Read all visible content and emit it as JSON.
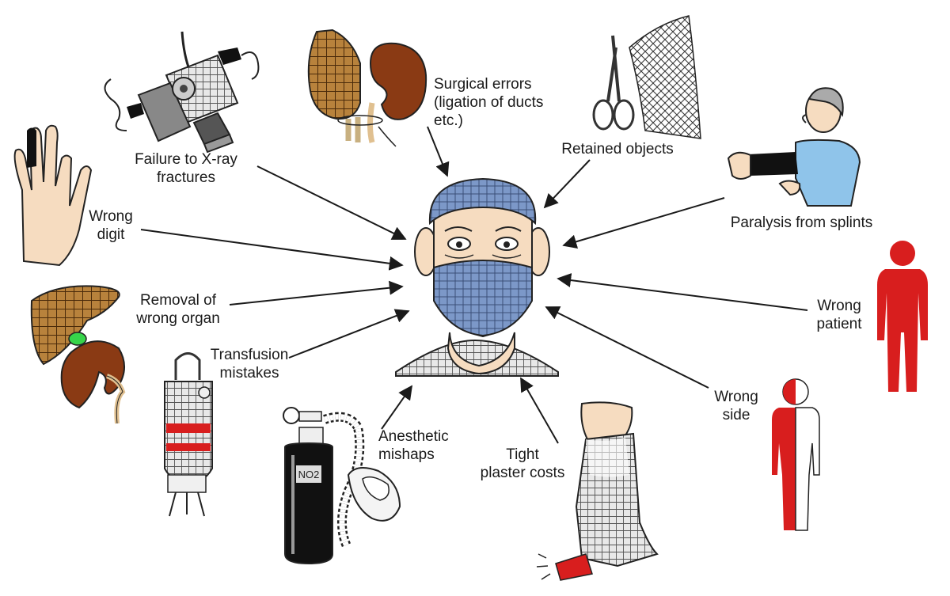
{
  "labels": {
    "xray": [
      "Failure to X-ray",
      "fractures"
    ],
    "surgical": [
      "Surgical errors",
      "(ligation of ducts",
      "etc.)"
    ],
    "retained": [
      "Retained objects"
    ],
    "paralysis": [
      "Paralysis from splints"
    ],
    "digit": [
      "Wrong",
      "digit"
    ],
    "organ": [
      "Removal of",
      "wrong organ"
    ],
    "transfusion": [
      "Transfusion",
      "mistakes"
    ],
    "anesthetic": [
      "Anesthetic",
      "mishaps"
    ],
    "plaster": [
      "Tight",
      "plaster costs"
    ],
    "side": [
      "Wrong",
      "side"
    ],
    "patient": [
      "Wrong",
      "patient"
    ]
  },
  "cylinder_text": "NO2",
  "colors": {
    "ink": "#1a1a1a",
    "red": "#d81e1e",
    "blue_cloth": "#6f8fc0",
    "skin": "#f6dcc0",
    "organ_brown": "#8a3a14",
    "liver_tan": "#b8823c",
    "shirt_blue": "#8fc4ea",
    "green": "#37d44a"
  },
  "icons": [
    "xray-machine-icon",
    "liver-kidney-ducts-icon",
    "scissors-icon",
    "gauze-mesh-icon",
    "patient-arm-splint-icon",
    "hand-icon",
    "liver-organ-icon",
    "kidney-icon",
    "blood-bag-icon",
    "gas-cylinder-icon",
    "anesthesia-mask-icon",
    "leg-cast-icon",
    "red-body-figure-icon",
    "half-red-body-figure-icon",
    "surgeon-face-icon"
  ]
}
